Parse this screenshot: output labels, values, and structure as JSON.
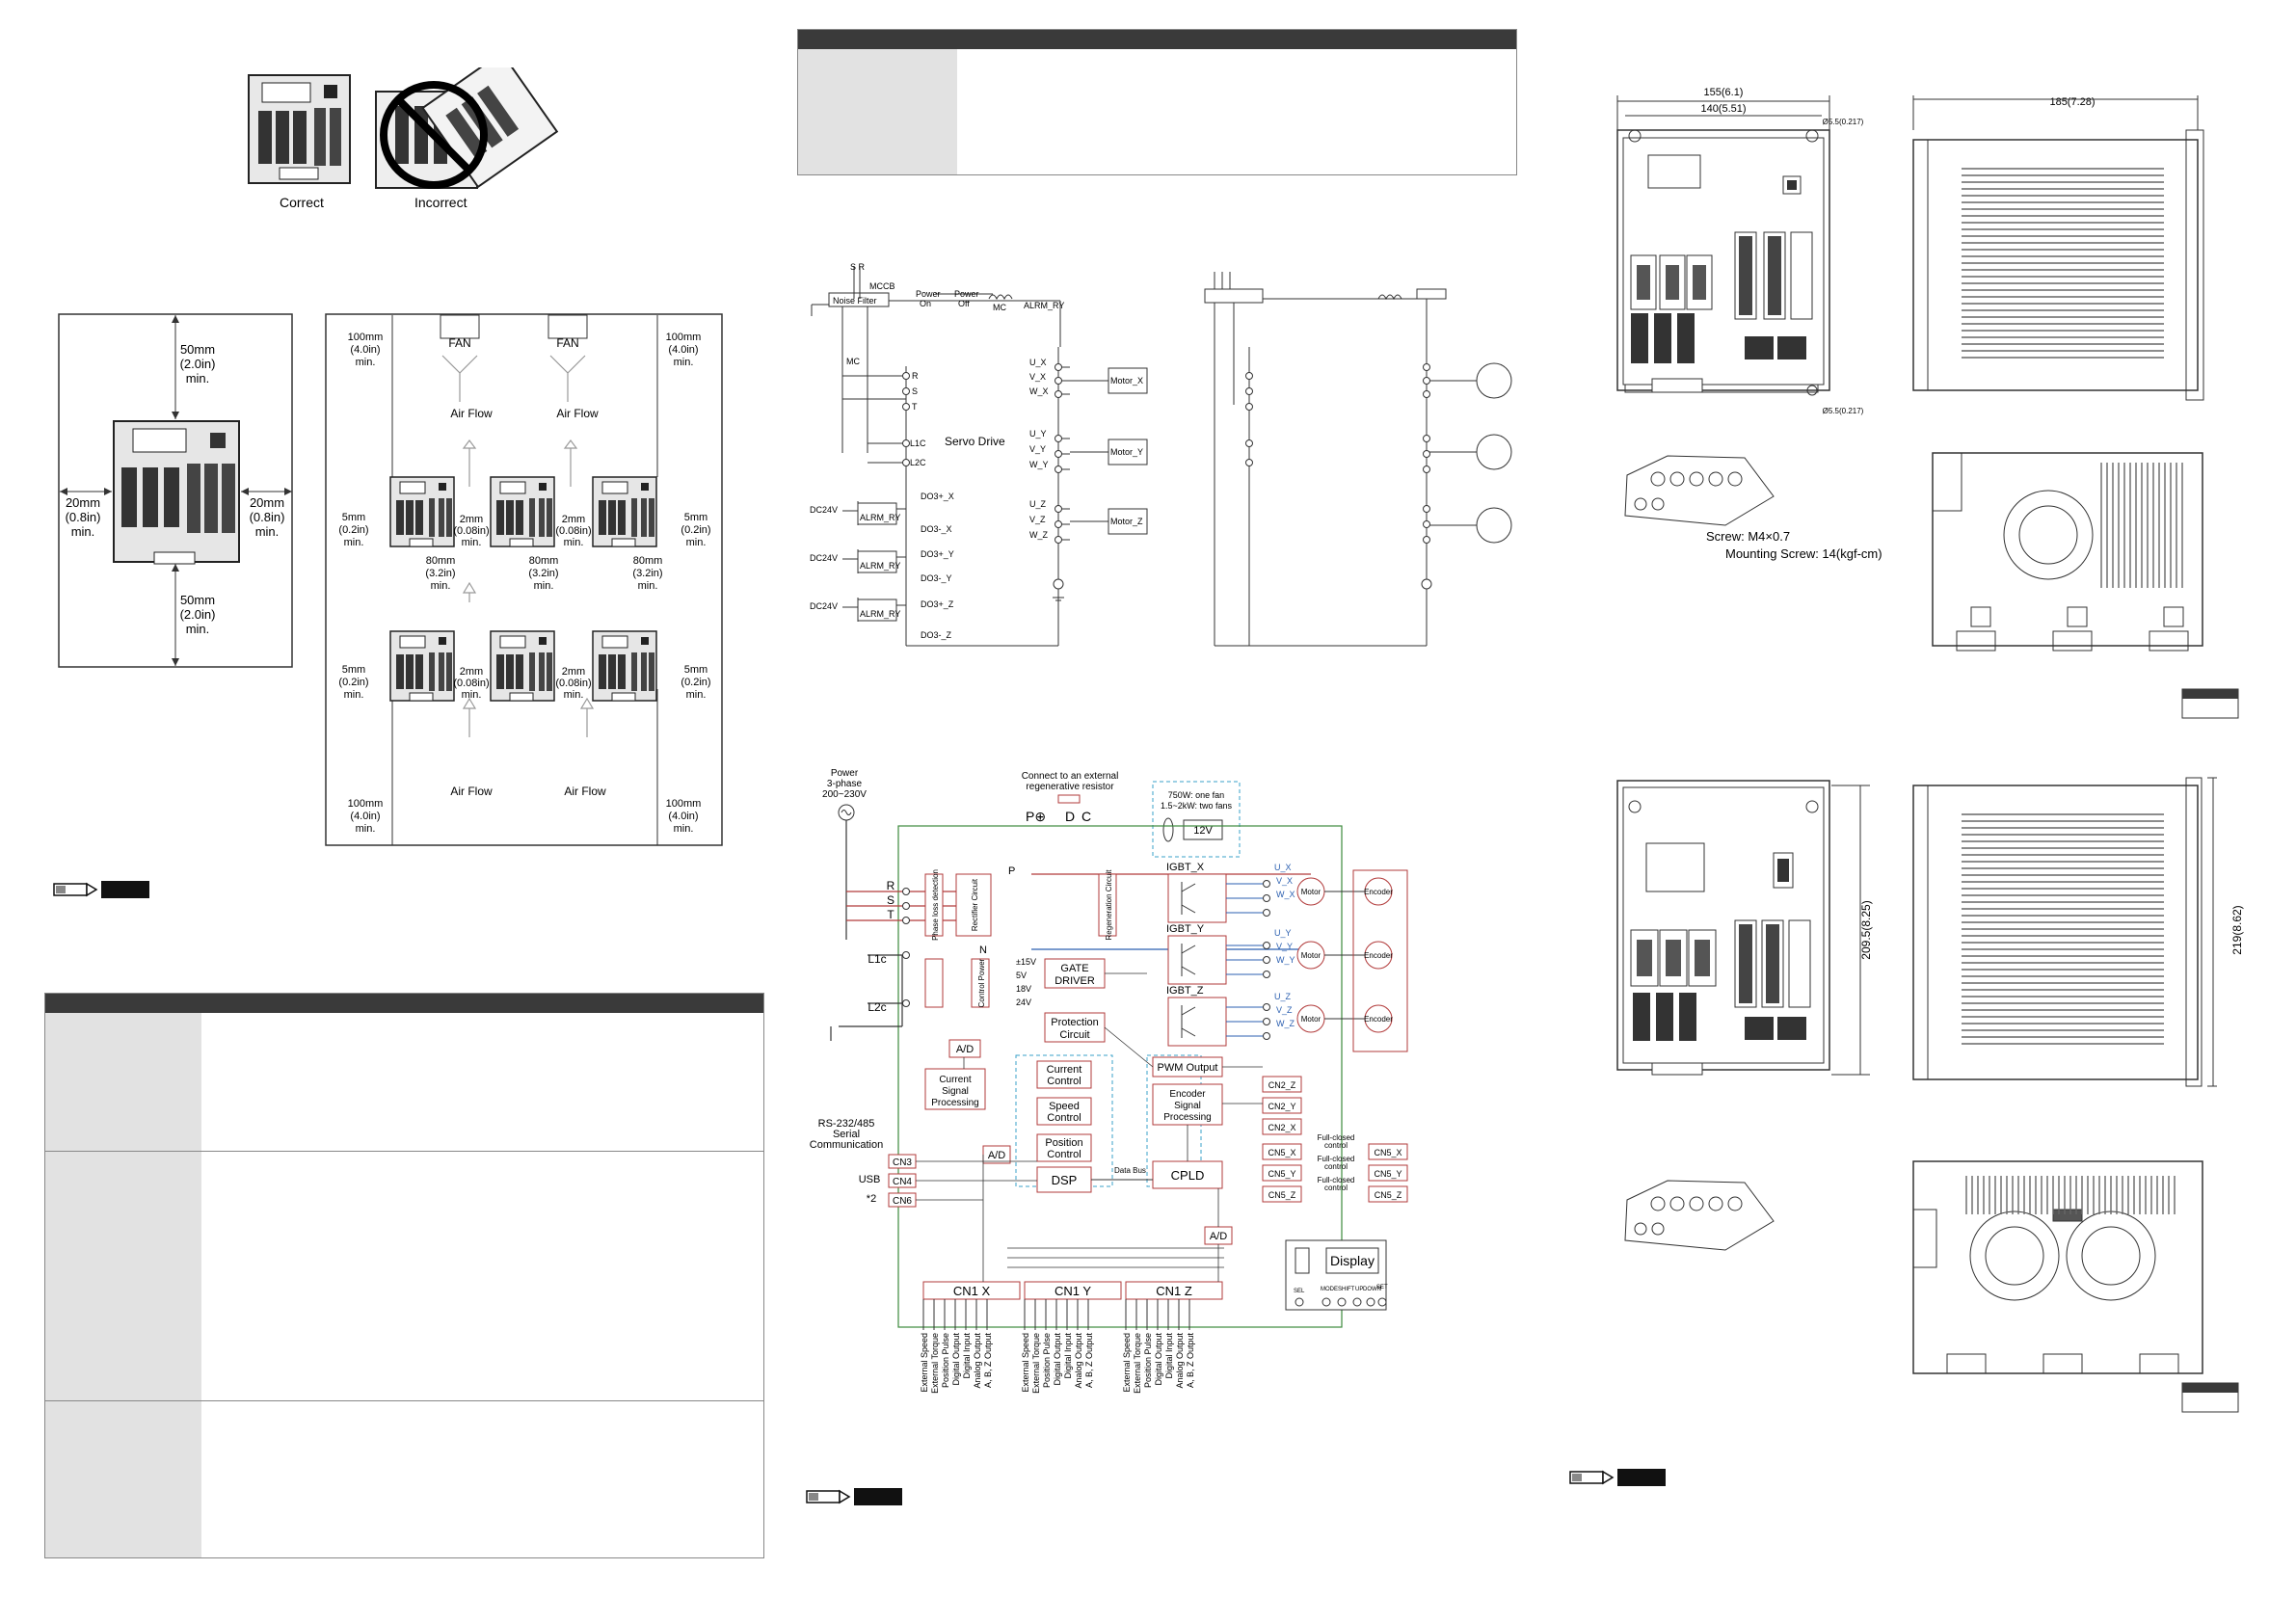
{
  "page": {
    "domain": "Document"
  },
  "orientation": {
    "correct_label": "Correct",
    "incorrect_label": "Incorrect"
  },
  "clearance_single": {
    "top": [
      "50mm",
      "(2.0in)",
      "min."
    ],
    "bottom": [
      "50mm",
      "(2.0in)",
      "min."
    ],
    "left": [
      "20mm",
      "(0.8in)",
      "min."
    ],
    "right": [
      "20mm",
      "(0.8in)",
      "min."
    ]
  },
  "clearance_multi": {
    "fan": "FAN",
    "air_flow": "Air Flow",
    "top_edge": [
      "100mm",
      "(4.0in)",
      "min."
    ],
    "side_edge": [
      "5mm",
      "(0.2in)",
      "min."
    ],
    "between_h": [
      "2mm",
      "(0.08in)",
      "min."
    ],
    "between_v": [
      "80mm",
      "(3.2in)",
      "min."
    ]
  },
  "wiring": {
    "phase_labels": "S R",
    "mccb": "MCCB",
    "noise_filter": "Noise Filter",
    "power_on": [
      "Power",
      "On"
    ],
    "power_off": [
      "Power",
      "Off"
    ],
    "mc": "MC",
    "alrm_ry": "ALRM_RY",
    "servo_drive": "Servo Drive",
    "terminals": [
      "R",
      "S",
      "T",
      "L1C",
      "L2C"
    ],
    "uvw": [
      "U_X",
      "V_X",
      "W_X",
      "U_Y",
      "V_Y",
      "W_Y",
      "U_Z",
      "V_Z",
      "W_Z"
    ],
    "motors": [
      "Motor_X",
      "Motor_Y",
      "Motor_Z"
    ],
    "dc24v": "DC24V",
    "do_labels": [
      [
        "DO3+_X",
        "DO3-_X"
      ],
      [
        "DO3+_Y",
        "DO3-_Y"
      ],
      [
        "DO3+_Z",
        "DO3-_Z"
      ]
    ]
  },
  "block": {
    "power": [
      "Power",
      "3-phase",
      "200~230V"
    ],
    "external_res": [
      "Connect to an external",
      "regenerative resistor"
    ],
    "fan_note": [
      "750W: one fan",
      "1.5~2kW: two fans"
    ],
    "fan_volt": "12V",
    "pdc": [
      "P⊕",
      "D",
      "C"
    ],
    "input_rst": [
      "R",
      "S",
      "T"
    ],
    "l1c": "L1c",
    "l2c": "L2c",
    "phase_loss": "Phase loss detection",
    "rectifier": "Rectifier Circuit",
    "regen": "Regeneration Circuit",
    "control_power": "Control Power",
    "voltages": [
      "±15V",
      "5V",
      "18V",
      "24V"
    ],
    "p_label": "P",
    "n_label": "N",
    "gate_driver": [
      "GATE",
      "DRIVER"
    ],
    "igbt": [
      "IGBT_X",
      "IGBT_Y",
      "IGBT_Z"
    ],
    "uvw": [
      "U_X",
      "V_X",
      "W_X",
      "U_Y",
      "V_Y",
      "W_Y",
      "U_Z",
      "V_Z",
      "W_Z"
    ],
    "motor": "Motor",
    "encoder": "Encoder",
    "protection": [
      "Protection",
      "Circuit"
    ],
    "ad": "A/D",
    "current_signal": [
      "Current",
      "Signal",
      "Processing"
    ],
    "current_control": [
      "Current",
      "Control"
    ],
    "speed_control": [
      "Speed",
      "Control"
    ],
    "position_control": [
      "Position",
      "Control"
    ],
    "dsp": "DSP",
    "pwm_output": "PWM Output",
    "encoder_signal": [
      "Encoder",
      "Signal",
      "Processing"
    ],
    "cpld": "CPLD",
    "data_bus": "Data Bus",
    "cn2": [
      "CN2_Z",
      "CN2_Y",
      "CN2_X"
    ],
    "cn5": [
      "CN5_X",
      "CN5_Y",
      "CN5_Z"
    ],
    "full_closed": [
      "Full-closed",
      "control"
    ],
    "rs232": [
      "RS-232/485",
      "Serial",
      "Communication"
    ],
    "usb": "USB",
    "star2": "*2",
    "cn_ports": [
      "CN3",
      "CN4",
      "CN6"
    ],
    "cn1": [
      "CN1_X",
      "CN1_Y",
      "CN1_Z"
    ],
    "display": "Display",
    "sel": "SEL",
    "keys": [
      "MODE",
      "SHIFT",
      "UP",
      "DOWN",
      "SET"
    ],
    "io": [
      "External Speed",
      "External Torque",
      "Position Pulse",
      "Digital Output",
      "Digital Input",
      "Analog Output",
      "A, B, Z Output"
    ]
  },
  "dims": {
    "top_width": "155(6.1)",
    "inner_width": "140(5.51)",
    "hole_top": "Ø5.5(0.217)",
    "hole_bot": "Ø5.5(0.217)",
    "depth": "185(7.28)",
    "screw": "Screw: M4×0.7",
    "mounting": "Mounting Screw: 14(kgf-cm)",
    "h1": "209.5(8.25)",
    "h2": "219(8.62)"
  },
  "colors": {
    "dark_header": "#3a3a3a",
    "light_cell": "#e2e2e2",
    "red_line": "#b23b3b",
    "blue_line": "#2b5fb0",
    "green_line": "#3c8a3c",
    "dashed_blue": "#3aa0c8"
  }
}
